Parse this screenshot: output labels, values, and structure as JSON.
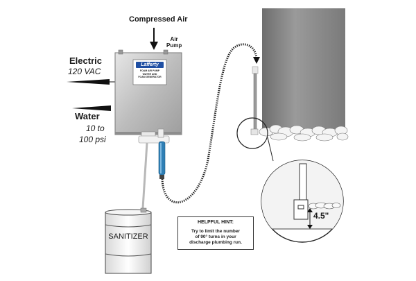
{
  "labels": {
    "compressed_air": "Compressed Air",
    "air_pump_line1": "Air",
    "air_pump_line2": "Pump",
    "electric_title": "Electric",
    "electric_value": "120 VAC",
    "water_title": "Water",
    "water_range_line1": "10 to",
    "water_range_line2": "100 psi"
  },
  "unit_panel": {
    "brand": "Lafferty",
    "text_line1": "FOAM AIR PUMP",
    "text_line2": "WATER AND",
    "text_line3": "FOAM GENERATOR"
  },
  "container": {
    "label": "SANITIZER"
  },
  "helpful_hint": {
    "title": "HELPFUL HINT:",
    "line1": "Try to limit the number",
    "line2": "of 90° turns in your",
    "line3": "discharge plumbing run."
  },
  "detail": {
    "measurement": "4.5\""
  },
  "colors": {
    "hose": "#222222",
    "brand_blue": "#1f4fa3",
    "tube_blue": "#2f7fb5",
    "enclosure": "#c8c8c8",
    "wall": "#8a8a8a"
  }
}
